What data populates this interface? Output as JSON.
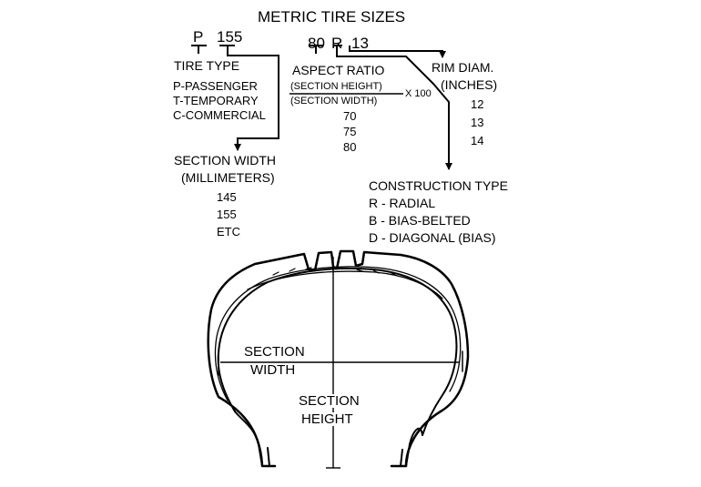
{
  "title": "METRIC TIRE SIZES",
  "code": {
    "type_letter": "P",
    "width": "155",
    "aspect": "80",
    "construction": "R",
    "rim": "13"
  },
  "tire_type": {
    "heading": "TIRE TYPE",
    "items": [
      "P-PASSENGER",
      "T-TEMPORARY",
      "C-COMMERCIAL"
    ]
  },
  "aspect_ratio": {
    "heading": "ASPECT RATIO",
    "numerator": "(SECTION HEIGHT)",
    "denominator": "(SECTION WIDTH)",
    "multiplier": "X 100",
    "values": [
      "70",
      "75",
      "80"
    ]
  },
  "rim_diameter": {
    "heading_line1": "RIM DIAM.",
    "heading_line2": "(INCHES)",
    "values": [
      "12",
      "13",
      "14"
    ]
  },
  "section_width_block": {
    "heading_line1": "SECTION WIDTH",
    "heading_line2": "(MILLIMETERS)",
    "values": [
      "145",
      "155",
      "ETC"
    ]
  },
  "construction_type": {
    "heading": "CONSTRUCTION TYPE",
    "items": [
      "R - RADIAL",
      "B - BIAS-BELTED",
      "D - DIAGONAL (BIAS)"
    ]
  },
  "tire_diagram": {
    "width_label_line1": "SECTION",
    "width_label_line2": "WIDTH",
    "height_label_line1": "SECTION",
    "height_label_line2": "HEIGHT"
  }
}
